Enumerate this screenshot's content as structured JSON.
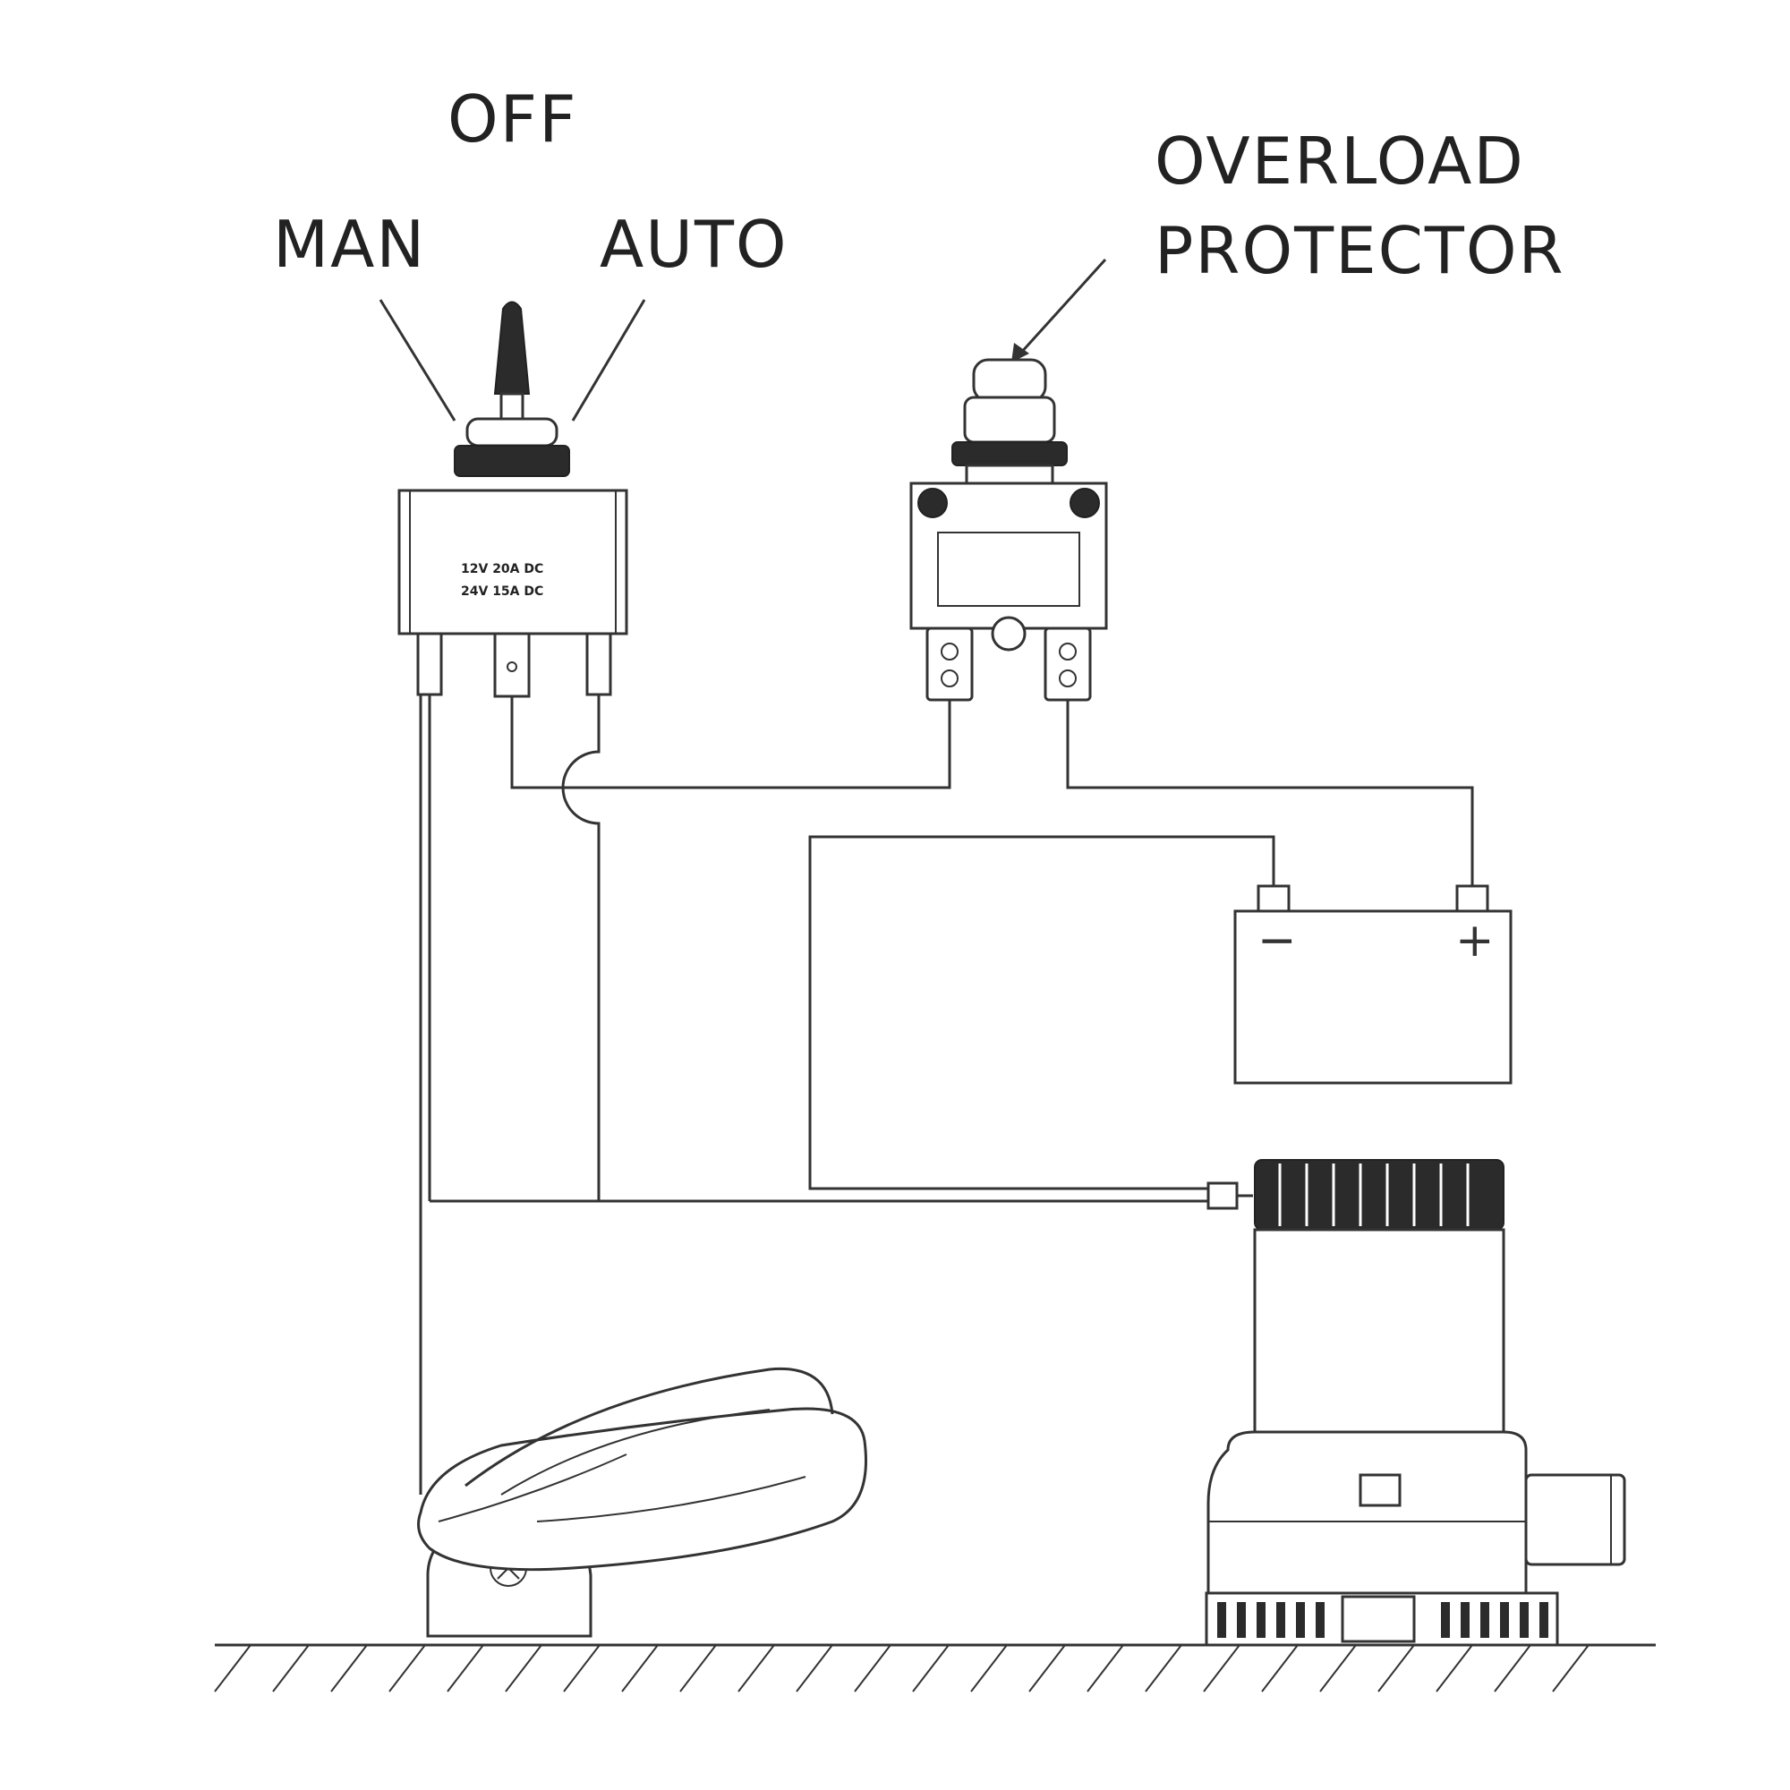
{
  "labels": {
    "off": "OFF",
    "man": "MAN",
    "auto": "AUTO",
    "overload_line1": "OVERLOAD",
    "overload_line2": "PROTECTOR"
  },
  "switch_markings": {
    "line1": "12V 20A DC",
    "line2": "24V 15A DC"
  },
  "battery": {
    "negative": "−",
    "positive": "+"
  },
  "colors": {
    "line": "#333333",
    "background": "#ffffff"
  }
}
